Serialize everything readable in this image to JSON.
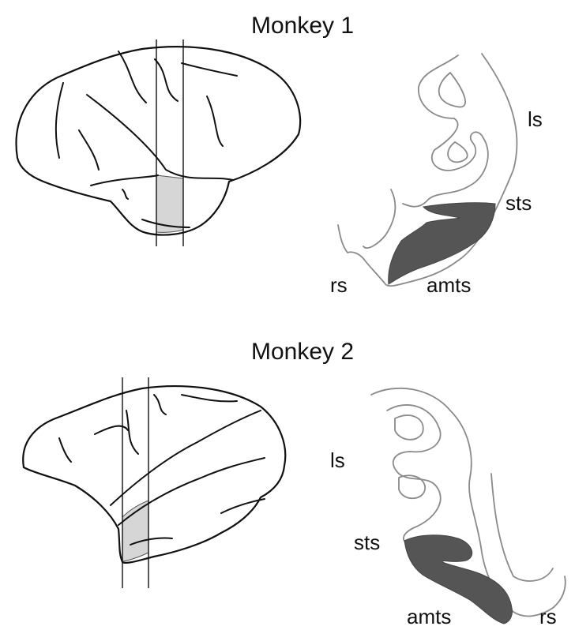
{
  "panels": [
    {
      "title": "Monkey 1",
      "labels": {
        "ls": "ls",
        "sts": "sts",
        "rs": "rs",
        "amts": "amts"
      }
    },
    {
      "title": "Monkey 2",
      "labels": {
        "ls": "ls",
        "sts": "sts",
        "rs": "rs",
        "amts": "amts"
      }
    }
  ],
  "colors": {
    "outline": "#111111",
    "cortex": "#8a8a8a",
    "lesion": "#555555",
    "section_shade": "#d6d6d6"
  }
}
